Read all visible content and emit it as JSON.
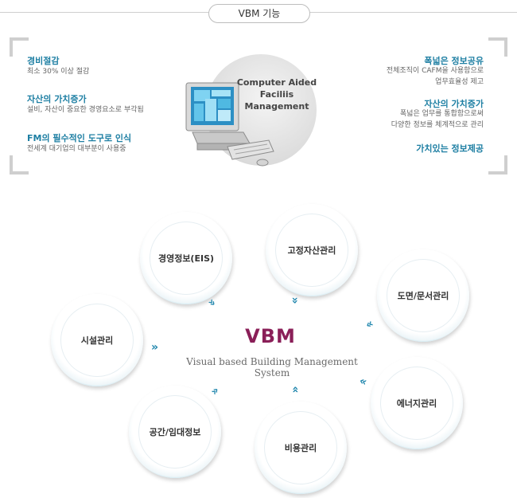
{
  "title": "VBM 기능",
  "left": [
    {
      "heading": "경비절감",
      "desc": [
        "최소 30% 이상 절감"
      ]
    },
    {
      "heading": "자산의 가치증가",
      "desc": [
        "설비, 자산이 중요한 경영요소로 부각됨"
      ]
    },
    {
      "heading": "FM의 필수적인 도구로 인식",
      "desc": [
        "전세계 대기업의 대부분이 사용중"
      ]
    }
  ],
  "right": [
    {
      "heading": "폭넓은 정보공유",
      "desc": [
        "전체조직이 CAFM을 사용함으로",
        "업무효율성 제고"
      ]
    },
    {
      "heading": "자산의 가치증가",
      "desc": [
        "폭넓은 업무를 통합함으로써",
        "다양한 정보를 체계적으로 관리"
      ]
    },
    {
      "heading": "가치있는 정보제공",
      "desc": []
    }
  ],
  "computer_text": [
    "Computer Aided",
    "Faciliis",
    "Management"
  ],
  "center": {
    "title": "VBM",
    "subtitle": "Visual based Building Management System"
  },
  "circles": [
    "경영정보(EIS)",
    "고정자산관리",
    "도면/문서관리",
    "시설관리",
    "에너지관리",
    "공간/임대정보",
    "비용관리"
  ],
  "colors": {
    "accent": "#1e7fa3",
    "brand": "#8a1f58"
  }
}
